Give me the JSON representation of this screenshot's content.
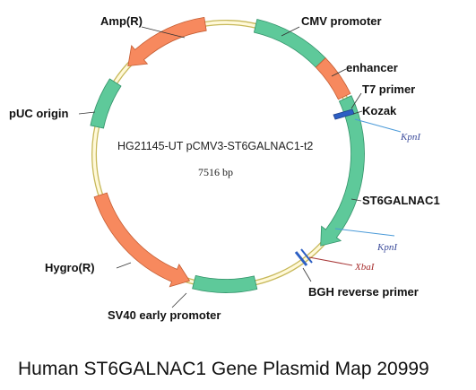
{
  "plasmid": {
    "name": "HG21145-UT pCMV3-ST6GALNAC1-t2",
    "size": "7516 bp"
  },
  "caption": "Human ST6GALNAC1 Gene Plasmid Map 20999",
  "colors": {
    "backbone_fill": "#fff9d9",
    "backbone_stroke": "#c7b85a",
    "promoter": "#5ec99a",
    "promoter_edge": "#33936a",
    "resistance": "#f7895e",
    "resistance_edge": "#c45d33",
    "primer": "#2c5fc4",
    "site_line_blue": "#4a9ad8",
    "site_line_red": "#a83838",
    "site_text_blue": "#3a4a9a",
    "site_text_red": "#a83030"
  },
  "features": [
    {
      "label": "Amp(R)"
    },
    {
      "label": "CMV promoter"
    },
    {
      "label": "enhancer"
    },
    {
      "label": "T7 primer"
    },
    {
      "label": "Kozak"
    },
    {
      "label": "pUC origin"
    },
    {
      "label": "ST6GALNAC1"
    },
    {
      "label": "Hygro(R)"
    },
    {
      "label": "BGH reverse primer"
    },
    {
      "label": "SV40 early promoter"
    }
  ],
  "sites": [
    {
      "label": "KpnI"
    },
    {
      "label": "KpnI"
    },
    {
      "label": "XbaI"
    }
  ]
}
